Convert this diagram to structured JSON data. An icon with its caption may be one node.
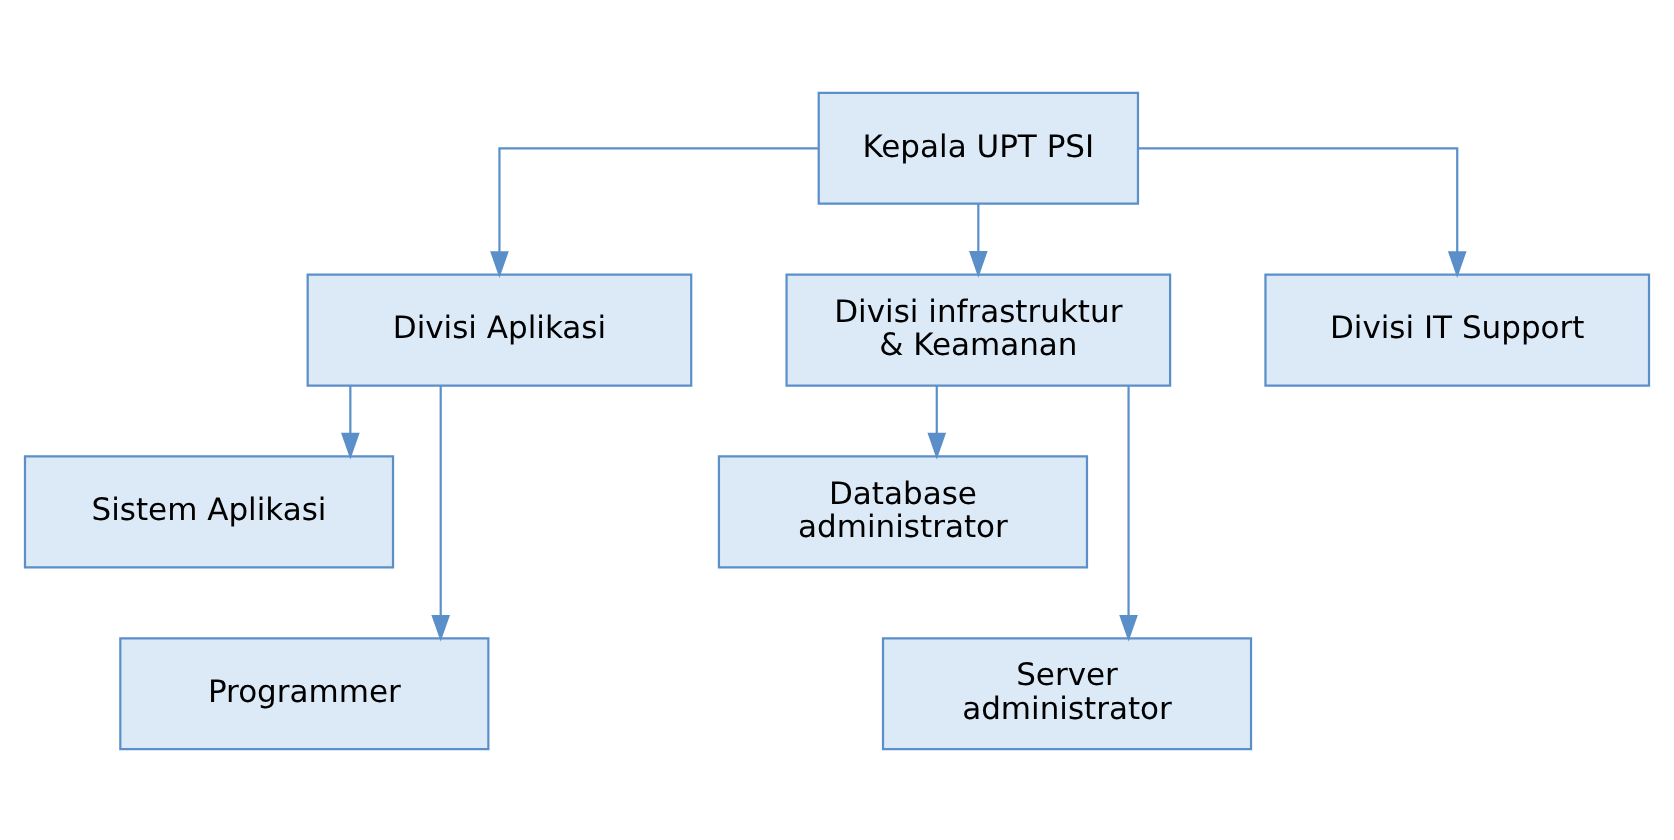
{
  "diagram": {
    "nodes": [
      {
        "text": [
          "Kepala UPT PSI"
        ]
      },
      {
        "text": [
          "Divisi Aplikasi"
        ]
      },
      {
        "text": [
          "Divisi infrastruktur & Keamanan"
        ]
      },
      {
        "text": [
          "Divisi IT Support"
        ]
      },
      {
        "text": [
          "Sistem Aplikasi"
        ]
      },
      {
        "text": [
          "Programmer"
        ]
      },
      {
        "text": [
          "Database administrator"
        ]
      },
      {
        "text": [
          "Server administrator"
        ]
      }
    ],
    "edges": [
      {
        "from": 0,
        "to": 1,
        "arrow": "to"
      },
      {
        "from": 0,
        "to": 2,
        "arrow": "to"
      },
      {
        "from": 0,
        "to": 3,
        "arrow": "to"
      },
      {
        "from": 1,
        "to": 4,
        "arrow": "to"
      },
      {
        "from": 1,
        "to": 5,
        "arrow": "to"
      },
      {
        "from": 2,
        "to": 6,
        "arrow": "to"
      },
      {
        "from": 2,
        "to": 7,
        "arrow": "to"
      }
    ]
  }
}
